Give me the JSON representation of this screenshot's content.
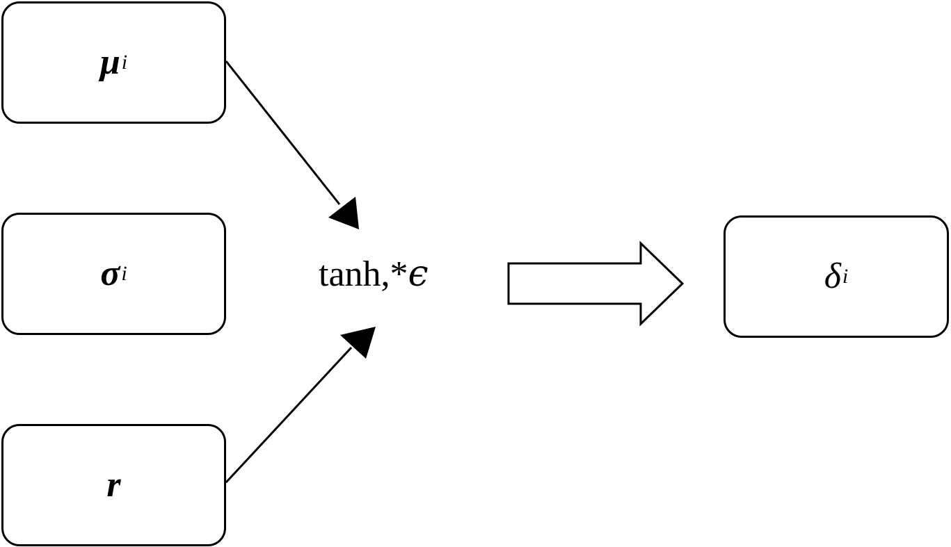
{
  "nodes": {
    "mu": {
      "symbol": "μ",
      "subscript": "i"
    },
    "sigma": {
      "symbol": "σ",
      "subscript": "i"
    },
    "r": {
      "symbol": "r"
    },
    "delta": {
      "symbol": "δ",
      "subscript": "i"
    }
  },
  "operation": {
    "text": "tanh,*",
    "epsilon": "ϵ"
  },
  "colors": {
    "stroke": "#000000",
    "background": "#ffffff"
  }
}
